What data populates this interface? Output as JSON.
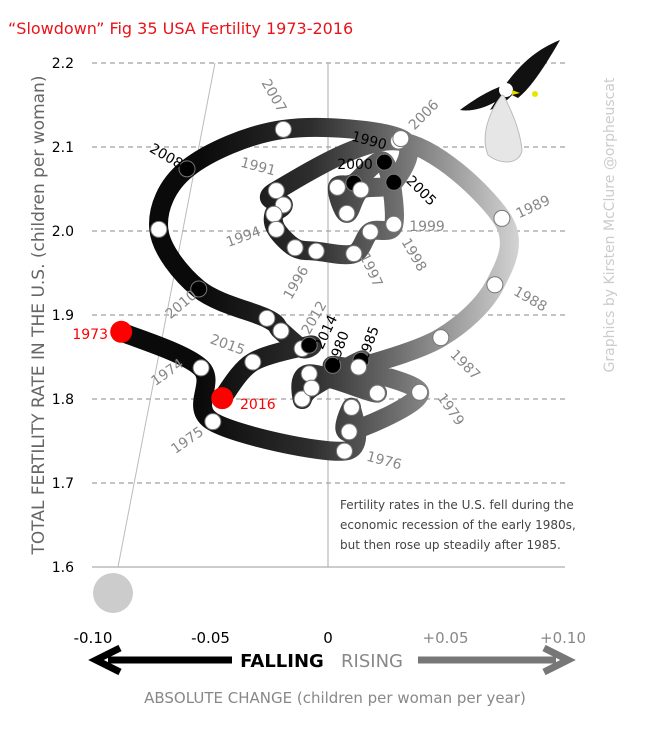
{
  "chart_data": {
    "type": "scatter",
    "subtype": "connected-scatter",
    "title": "“Slowdown” Fig 35 USA Fertility 1973-2016",
    "ylabel": "TOTAL FERTILITY RATE IN THE U.S. (children per woman)",
    "xlabel": "ABSOLUTE CHANGE (children per woman per year)",
    "xlim": [
      -0.1,
      0.1
    ],
    "ylim": [
      1.6,
      2.2
    ],
    "grid": true,
    "yticks": [
      "1.6",
      "1.7",
      "1.8",
      "1.9",
      "2.0",
      "2.1",
      "2.2"
    ],
    "xticks": [
      {
        "value": -0.1,
        "label": "-0.10"
      },
      {
        "value": -0.05,
        "label": "-0.05"
      },
      {
        "value": 0,
        "label": "0"
      },
      {
        "value": 0.05,
        "label": "+0.05"
      },
      {
        "value": 0.1,
        "label": "+0.10"
      }
    ],
    "direction_labels": {
      "falling": "FALLING",
      "rising": "RISING"
    },
    "annotation": [
      "Fertility rates in the U.S. fell during the",
      "economic recession of the early 1980s,",
      "but then rose up steadily after 1985."
    ],
    "credit": "Graphics by Kirsten McClure @orpheuscat",
    "colors": {
      "title": "#e8141b",
      "highlight": "#ff0000",
      "grid": "#888888",
      "muted": "#888888",
      "credit": "#cccccc"
    },
    "points": [
      {
        "year": 1973,
        "x": -0.088,
        "y": 1.88,
        "marker": "red"
      },
      {
        "year": 1974,
        "x": -0.054,
        "y": 1.837,
        "marker": "white"
      },
      {
        "year": 1975,
        "x": -0.049,
        "y": 1.773,
        "marker": "white"
      },
      {
        "year": 1976,
        "x": 0.007,
        "y": 1.738,
        "marker": "white"
      },
      {
        "year": 1977,
        "x": 0.01,
        "y": 1.79,
        "marker": "white"
      },
      {
        "year": 1978,
        "x": 0.009,
        "y": 1.761,
        "marker": "white"
      },
      {
        "year": 1979,
        "x": 0.039,
        "y": 1.808,
        "marker": "white"
      },
      {
        "year": 1980,
        "x": 0.002,
        "y": 1.84,
        "marker": "black"
      },
      {
        "year": 1981,
        "x": 0.021,
        "y": 1.807,
        "marker": "white"
      },
      {
        "year": 1982,
        "x": -0.008,
        "y": 1.83,
        "marker": "white"
      },
      {
        "year": 1983,
        "x": -0.011,
        "y": 1.8,
        "marker": "white"
      },
      {
        "year": 1984,
        "x": -0.007,
        "y": 1.813,
        "marker": "white"
      },
      {
        "year": 1985,
        "x": 0.014,
        "y": 1.846,
        "marker": "black"
      },
      {
        "year": 1986,
        "x": 0.013,
        "y": 1.838,
        "marker": "white"
      },
      {
        "year": 1987,
        "x": 0.048,
        "y": 1.873,
        "marker": "white"
      },
      {
        "year": 1988,
        "x": 0.071,
        "y": 1.936,
        "marker": "white"
      },
      {
        "year": 1989,
        "x": 0.074,
        "y": 2.015,
        "marker": "white"
      },
      {
        "year": 1990,
        "x": 0.03,
        "y": 2.107,
        "marker": "white"
      },
      {
        "year": 1991,
        "x": -0.022,
        "y": 2.048,
        "marker": "white"
      },
      {
        "year": 1992,
        "x": -0.019,
        "y": 2.031,
        "marker": "white"
      },
      {
        "year": 1993,
        "x": -0.023,
        "y": 2.02,
        "marker": "white"
      },
      {
        "year": 1994,
        "x": -0.022,
        "y": 2.002,
        "marker": "white"
      },
      {
        "year": 1995,
        "x": -0.014,
        "y": 1.98,
        "marker": "white"
      },
      {
        "year": 1996,
        "x": -0.005,
        "y": 1.976,
        "marker": "white"
      },
      {
        "year": 1997,
        "x": 0.011,
        "y": 1.973,
        "marker": "white"
      },
      {
        "year": 1998,
        "x": 0.018,
        "y": 1.999,
        "marker": "white"
      },
      {
        "year": 1999,
        "x": 0.028,
        "y": 2.008,
        "marker": "white"
      },
      {
        "year": 2000,
        "x": 0.024,
        "y": 2.082,
        "marker": "black"
      },
      {
        "year": 2001,
        "x": 0.011,
        "y": 2.057,
        "marker": "black"
      },
      {
        "year": 2002,
        "x": 0.004,
        "y": 2.052,
        "marker": "white"
      },
      {
        "year": 2003,
        "x": 0.008,
        "y": 2.021,
        "marker": "white"
      },
      {
        "year": 2004,
        "x": 0.014,
        "y": 2.049,
        "marker": "white"
      },
      {
        "year": 2005,
        "x": 0.028,
        "y": 2.058,
        "marker": "black"
      },
      {
        "year": 2006,
        "x": 0.031,
        "y": 2.11,
        "marker": "white"
      },
      {
        "year": 2007,
        "x": -0.019,
        "y": 2.121,
        "marker": "white"
      },
      {
        "year": 2008,
        "x": -0.06,
        "y": 2.074,
        "marker": "black"
      },
      {
        "year": 2009,
        "x": -0.072,
        "y": 2.002,
        "marker": "white"
      },
      {
        "year": 2010,
        "x": -0.055,
        "y": 1.931,
        "marker": "black"
      },
      {
        "year": 2011,
        "x": -0.026,
        "y": 1.896,
        "marker": "white"
      },
      {
        "year": 2012,
        "x": -0.02,
        "y": 1.881,
        "marker": "white"
      },
      {
        "year": 2013,
        "x": -0.011,
        "y": 1.86,
        "marker": "white"
      },
      {
        "year": 2014,
        "x": -0.008,
        "y": 1.864,
        "marker": "black"
      },
      {
        "year": 2015,
        "x": -0.032,
        "y": 1.844,
        "marker": "white"
      },
      {
        "year": 2016,
        "x": -0.045,
        "y": 1.801,
        "marker": "red"
      }
    ],
    "year_labels": [
      {
        "text": "1973",
        "style": "red"
      },
      {
        "text": "1974",
        "style": "gray"
      },
      {
        "text": "1975",
        "style": "gray"
      },
      {
        "text": "1976",
        "style": "gray"
      },
      {
        "text": "1979",
        "style": "gray"
      },
      {
        "text": "1980",
        "style": "black"
      },
      {
        "text": "1985",
        "style": "black"
      },
      {
        "text": "1987",
        "style": "gray"
      },
      {
        "text": "1988",
        "style": "gray"
      },
      {
        "text": "1989",
        "style": "gray"
      },
      {
        "text": "1990",
        "style": "black"
      },
      {
        "text": "1991",
        "style": "gray"
      },
      {
        "text": "1994",
        "style": "gray"
      },
      {
        "text": "1996",
        "style": "gray"
      },
      {
        "text": "1997",
        "style": "gray"
      },
      {
        "text": "1998",
        "style": "gray"
      },
      {
        "text": "1999",
        "style": "gray"
      },
      {
        "text": "2000",
        "style": "black"
      },
      {
        "text": "2005",
        "style": "black"
      },
      {
        "text": "2006",
        "style": "gray"
      },
      {
        "text": "2007",
        "style": "gray"
      },
      {
        "text": "2008",
        "style": "black"
      },
      {
        "text": "2010",
        "style": "gray"
      },
      {
        "text": "2012",
        "style": "gray"
      },
      {
        "text": "2014",
        "style": "black"
      },
      {
        "text": "2015",
        "style": "gray"
      },
      {
        "text": "2016",
        "style": "red"
      }
    ]
  }
}
